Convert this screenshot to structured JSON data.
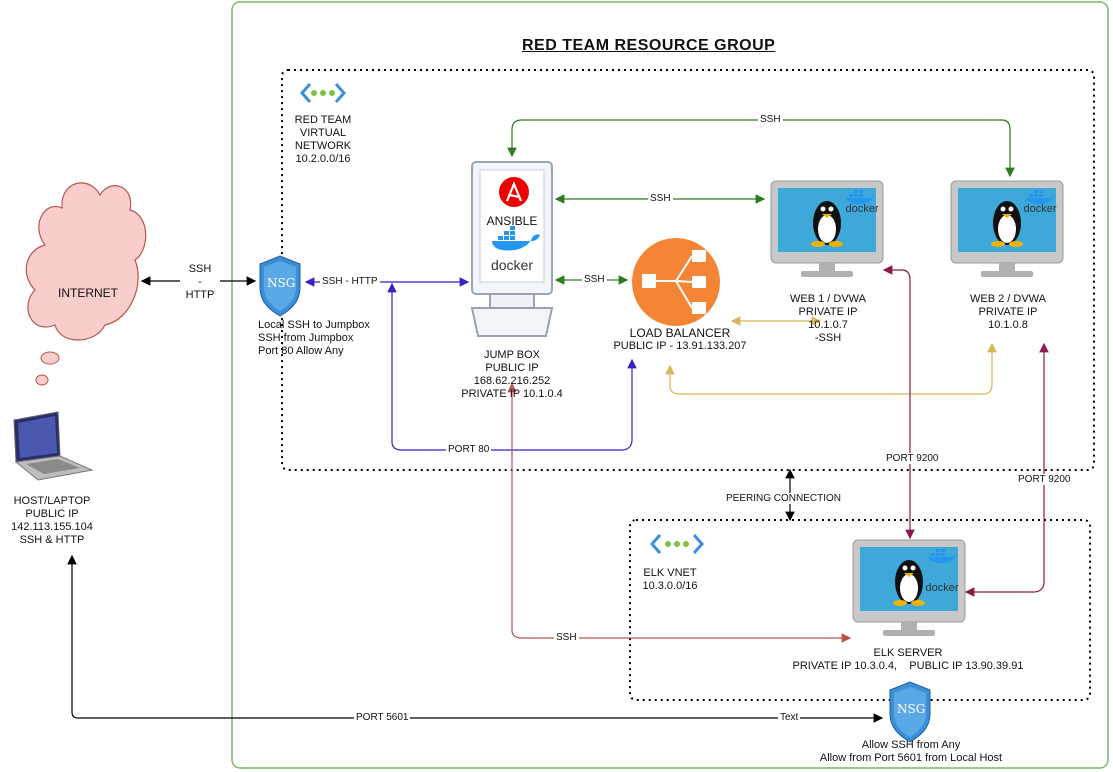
{
  "title": "RED TEAM RESOURCE GROUP",
  "red_vnet": {
    "name": "RED TEAM VIRTUAL NETWORK",
    "lines": [
      "RED TEAM",
      "VIRTUAL",
      "NETWORK",
      "10.2.0.0/16"
    ]
  },
  "internet": {
    "label": "INTERNET"
  },
  "host": {
    "lines": [
      "HOST/LAPTOP",
      "PUBLIC IP",
      "142.113.155.104",
      "SSH & HTTP"
    ]
  },
  "nsg_main": {
    "icon_text": "NSG",
    "lines": [
      "Local SSH to Jumpbox",
      "SSH from Jumpbox",
      "Port 80 Allow Any"
    ]
  },
  "jump_box": {
    "ansible_label": "ANSIBLE",
    "docker_label": "docker",
    "lines": [
      "JUMP BOX",
      "PUBLIC IP",
      "168.62.216.252",
      "PRIVATE IP 10.1.0.4"
    ]
  },
  "load_balancer": {
    "lines": [
      "LOAD BALANCER",
      "PUBLIC IP - 13.91.133.207"
    ]
  },
  "web1": {
    "docker_label": "docker",
    "lines": [
      "WEB 1 / DVWA",
      "PRIVATE IP",
      "10.1.0.7",
      "-SSH"
    ]
  },
  "web2": {
    "docker_label": "docker",
    "lines": [
      "WEB 2 / DVWA",
      "PRIVATE IP",
      "10.1.0.8"
    ]
  },
  "elk_vnet": {
    "lines": [
      "ELK VNET",
      "10.3.0.0/16"
    ]
  },
  "elk_server": {
    "docker_label": "docker",
    "lines": [
      "ELK SERVER",
      "PRIVATE IP 10.3.0.4,    PUBLIC IP 13.90.39.91"
    ]
  },
  "nsg_elk": {
    "icon_text": "NSG",
    "lines": [
      "Allow SSH from Any",
      "Allow from Port 5601 from Local Host"
    ]
  },
  "edges": {
    "internet_nsg": [
      "SSH",
      "-",
      "HTTP"
    ],
    "nsg_jump": "SSH - HTTP",
    "jump_web_top": "SSH",
    "jump_web1": "SSH",
    "jump_lb": "SSH",
    "port80": "PORT 80",
    "peering": "PEERING CONNECTION",
    "port9200_a": "PORT 9200",
    "port9200_b": "PORT 9200",
    "jump_elk": "SSH",
    "port5601": "PORT 5601",
    "text": "Text"
  },
  "colors": {
    "group_border": "#82b366",
    "ssh_green": "#2d7a1f",
    "http_blue": "#3b1fc4",
    "lb_gold": "#d6b656",
    "elk_red": "#b85450",
    "port9200": "#8b1a4a",
    "internet_fill": "#f8cecc",
    "internet_stroke": "#b85450",
    "nsg_blue": "#3b8fd6",
    "monitor_screen": "#3ea8d9",
    "lb_orange": "#f58534"
  }
}
